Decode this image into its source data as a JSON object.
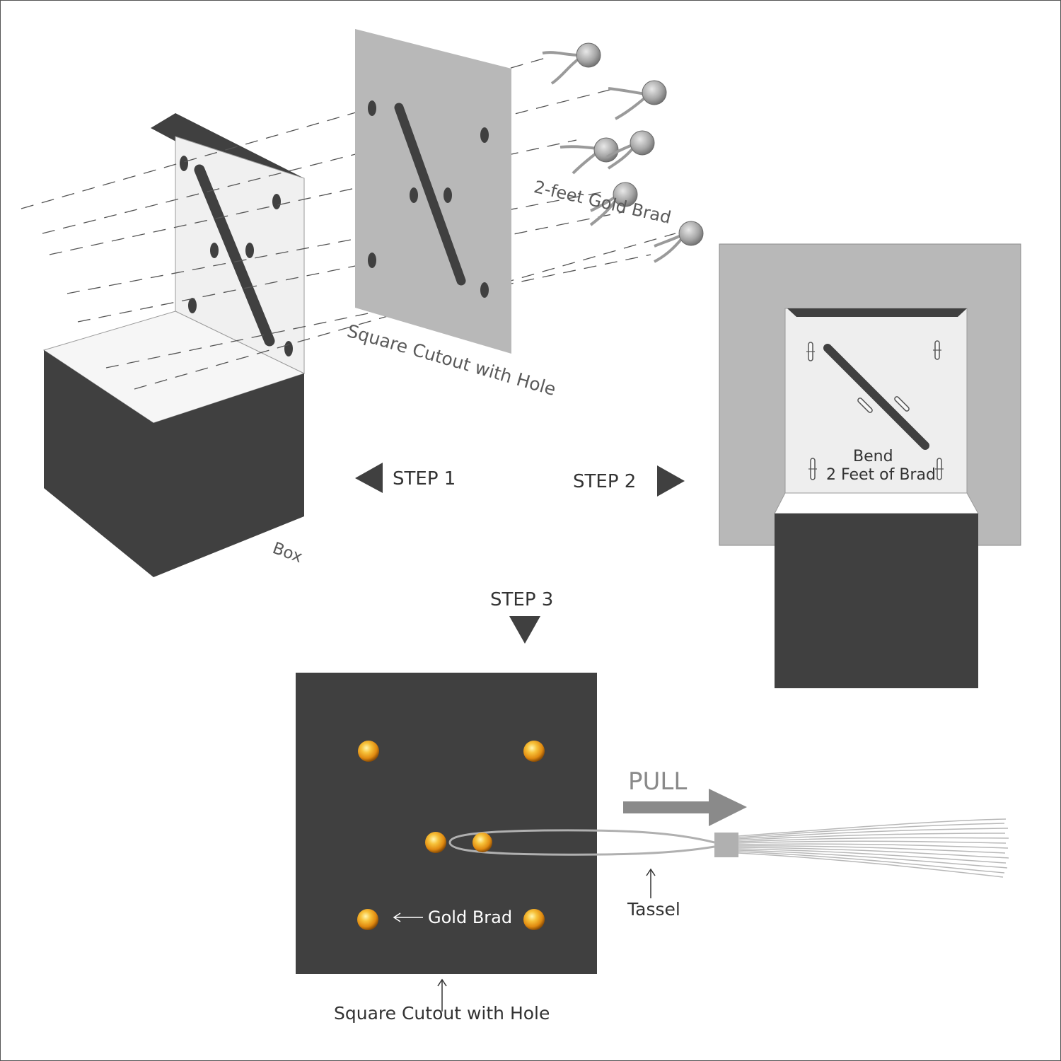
{
  "labels": {
    "step1": "STEP 1",
    "step2": "STEP 2",
    "step3": "STEP 3",
    "brad_feet": "2-feet Gold Brad",
    "square_cutout_top": "Square Cutout with Hole",
    "box": "Box",
    "bend_line1": "Bend",
    "bend_line2": "2 Feet of Brad",
    "pull": "PULL",
    "tassel": "Tassel",
    "gold_brad": "Gold Brad",
    "square_cutout_bottom": "Square Cutout with Hole"
  },
  "colors": {
    "dark": "#404040",
    "panel_grey": "#b8b8b8",
    "light_face": "#f0f0f0",
    "gold": "#f0a020",
    "line": "#555555"
  }
}
